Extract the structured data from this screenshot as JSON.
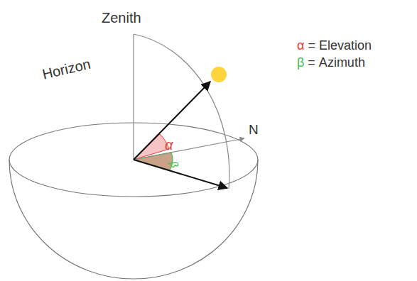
{
  "diagram": {
    "labels": [
      "Zenith",
      "Horizon",
      "N",
      "α",
      "β",
      "α = Elevation",
      "β = Azimuth"
    ]
  }
}
